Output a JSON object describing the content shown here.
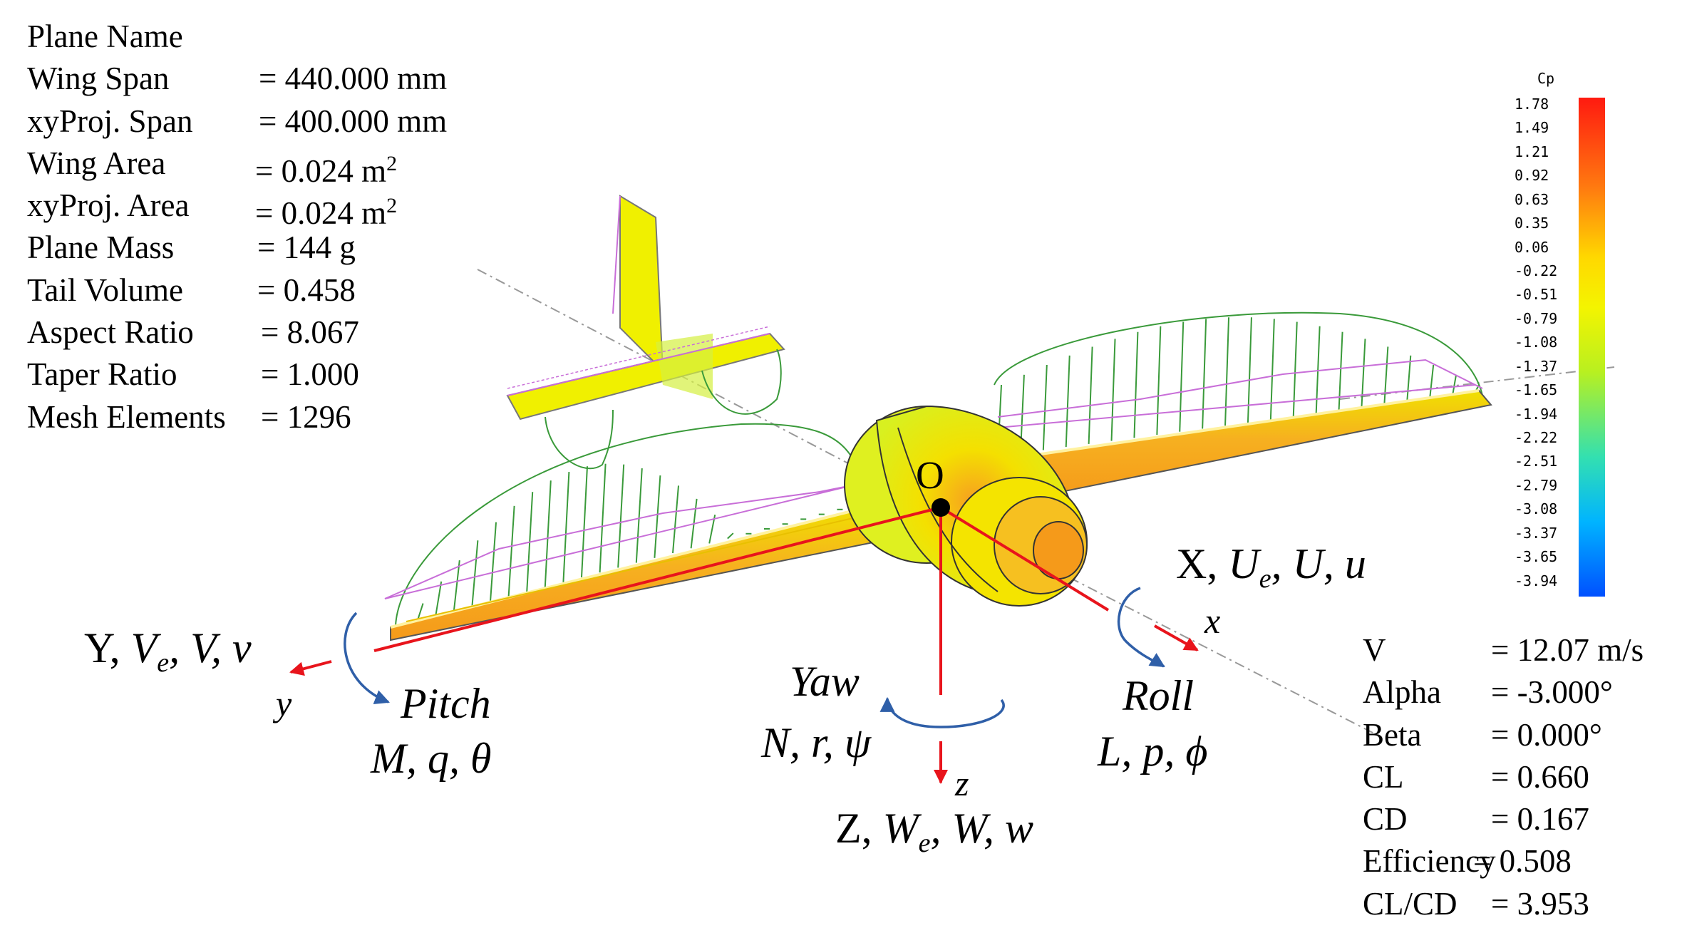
{
  "plane_info": [
    {
      "label": "Plane Name",
      "value": ""
    },
    {
      "label": "Wing Span",
      "value": "= 440.000 mm"
    },
    {
      "label": "xyProj. Span",
      "value": "= 400.000 mm"
    },
    {
      "label": "Wing Area",
      "value": "= 0.024 m",
      "sup": "2"
    },
    {
      "label": "xyProj. Area",
      "value": "= 0.024 m",
      "sup": "2"
    },
    {
      "label": "Plane Mass",
      "value": "= 144 g"
    },
    {
      "label": "Tail Volume",
      "value": "= 0.458"
    },
    {
      "label": "Aspect Ratio",
      "value": "= 8.067"
    },
    {
      "label": "Taper Ratio",
      "value": "= 1.000"
    },
    {
      "label": "Mesh Elements",
      "value": "= 1296"
    }
  ],
  "aero_results": [
    {
      "label": "V",
      "value": "= 12.07 m/s"
    },
    {
      "label": "Alpha",
      "value": "= -3.000°"
    },
    {
      "label": "Beta",
      "value": "=  0.000°"
    },
    {
      "label": "CL",
      "value": "=  0.660"
    },
    {
      "label": "CD",
      "value": "=  0.167"
    },
    {
      "label": "Efficiency",
      "value": "=  0.508"
    },
    {
      "label": "CL/CD",
      "value": "=  3.953"
    }
  ],
  "legend": {
    "title": "Cp",
    "ticks": [
      "1.78",
      "1.49",
      "1.21",
      "0.92",
      "0.63",
      "0.35",
      "0.06",
      "-0.22",
      "-0.51",
      "-0.79",
      "-1.08",
      "-1.37",
      "-1.65",
      "-1.94",
      "-2.22",
      "-2.51",
      "-2.79",
      "-3.08",
      "-3.37",
      "-3.65",
      "-3.94"
    ]
  },
  "origin_label": "O",
  "axes": {
    "x": {
      "axis": "x",
      "name": "X, ",
      "comps": [
        "U",
        "e",
        ", U, u"
      ]
    },
    "y": {
      "axis": "y",
      "name": "Y, ",
      "comps": [
        "V",
        "e",
        ", V, v"
      ]
    },
    "z": {
      "axis": "z",
      "name": "Z, ",
      "comps": [
        "W",
        "e",
        ", W, w"
      ]
    }
  },
  "moments": {
    "pitch": {
      "name": "Pitch",
      "vars": "M, q, θ"
    },
    "yaw": {
      "name": "Yaw",
      "vars": "N, r, ψ"
    },
    "roll": {
      "name": "Roll",
      "vars": "L, p, ϕ"
    }
  },
  "colors": {
    "axis_red": "#e8141c",
    "moment_blue": "#2f5fa8",
    "wing_orange": "#f5a623",
    "wing_yellow": "#f0f000",
    "lift_green": "#3a9a3a",
    "drag_violet": "#c86ed8"
  }
}
